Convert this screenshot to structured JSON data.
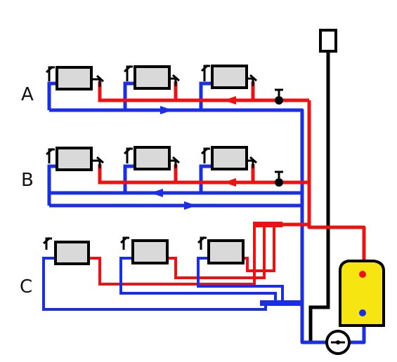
{
  "diagram": {
    "rows": [
      {
        "id": "A",
        "label": "A"
      },
      {
        "id": "B",
        "label": "B"
      },
      {
        "id": "C",
        "label": "C"
      }
    ],
    "colors": {
      "supply_pipe": "#ee1111",
      "return_pipe": "#1a2ee6",
      "riser_pipe": "#000000",
      "radiator_fill": "#d9d9d9",
      "boiler_fill": "#f7e512",
      "outline": "#000000"
    },
    "icons": {
      "radiator": "radiator-icon",
      "valve": "valve-icon",
      "flow_arrow": "arrow-icon",
      "boiler": "boiler-icon",
      "pump": "pump-icon",
      "expansion_tank": "expansion-tank-icon"
    }
  }
}
